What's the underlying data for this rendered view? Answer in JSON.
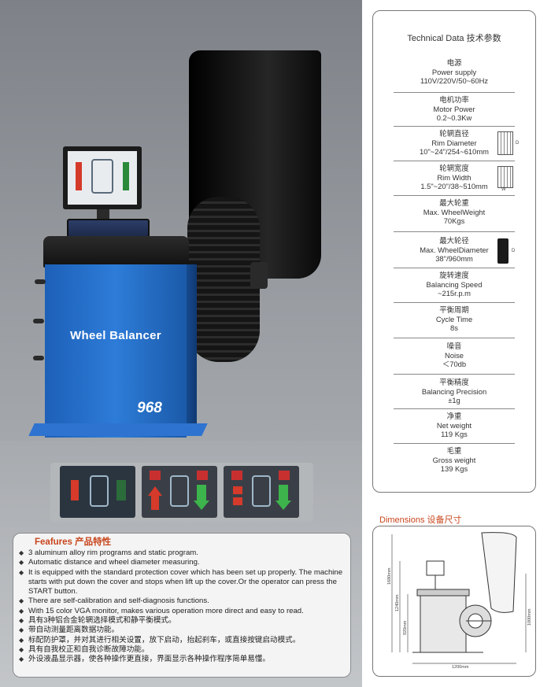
{
  "machine": {
    "title": "Wheel Balancer",
    "model": "968"
  },
  "features": {
    "title": "Feafures  产品特性",
    "items": [
      "3 aluminum alloy rim programs and static program.",
      "Automatic distance and wheel diameter measuring.",
      "It is equipped with the standard protection cover which has been set up properly. The machine starts with put down the cover and stops when lift up the cover.Or the operator can press the START button.",
      "There are self-calibration and self-diagnosis functions.",
      "With 15 color VGA monitor, makes various operation more direct and easy to read.",
      "具有3种铝合金轮辋选择模式和静平衡模式。",
      "带自动测量距离数据功能。",
      "标配防护罩，并对其进行相关设置，放下启动，抬起刹车，或直接按键启动模式。",
      "具有自我校正和自我诊断故障功能。",
      "外设液晶显示器，使各种操作更直接，界面显示各种操作程序简单易懂。"
    ]
  },
  "specs": {
    "header": "Technical Data  技术参数",
    "rows": [
      {
        "cn": "电源",
        "en": "Power supply",
        "value": "110V/220V/50~60Hz"
      },
      {
        "cn": "电机功率",
        "en": "Motor Power",
        "value": "0.2~0.3Kw"
      },
      {
        "cn": "轮辋直径",
        "en": "Rim Diameter",
        "value": "10\"~24\"/254~610mm"
      },
      {
        "cn": "轮辋宽度",
        "en": "Rim Width",
        "value": "1.5\"~20\"/38~510mm"
      },
      {
        "cn": "最大轮重",
        "en": "Max. WheelWeight",
        "value": "70Kgs"
      },
      {
        "cn": "最大轮径",
        "en": "Max. WheelDiameter",
        "value": "38\"/960mm"
      },
      {
        "cn": "旋转速度",
        "en": "Balancing Speed",
        "value": "~215r.p.m"
      },
      {
        "cn": "平衡周期",
        "en": "Cycle Time",
        "value": "8s"
      },
      {
        "cn": "噪音",
        "en": "Noise",
        "value": "＜70db"
      },
      {
        "cn": "平衡精度",
        "en": "Balancing Precision",
        "value": "±1g"
      },
      {
        "cn": "净重",
        "en": "Net weight",
        "value": "119 Kgs"
      },
      {
        "cn": "毛重",
        "en": "Gross weight",
        "value": "139 Kgs"
      }
    ],
    "icon_labels": {
      "diameter": "D",
      "width": "W"
    }
  },
  "dimensions": {
    "title": "Dimensions  设备尺寸",
    "labels": {
      "height_total": "1680mm",
      "height_mid": "1240mm",
      "height_low": "920mm",
      "width": "1200mm",
      "depth": "1000mm"
    }
  },
  "colors": {
    "cabinet_blue": "#2d7cd8",
    "accent_orange": "#c8451c",
    "panel_gray": "#9a9ea3"
  }
}
